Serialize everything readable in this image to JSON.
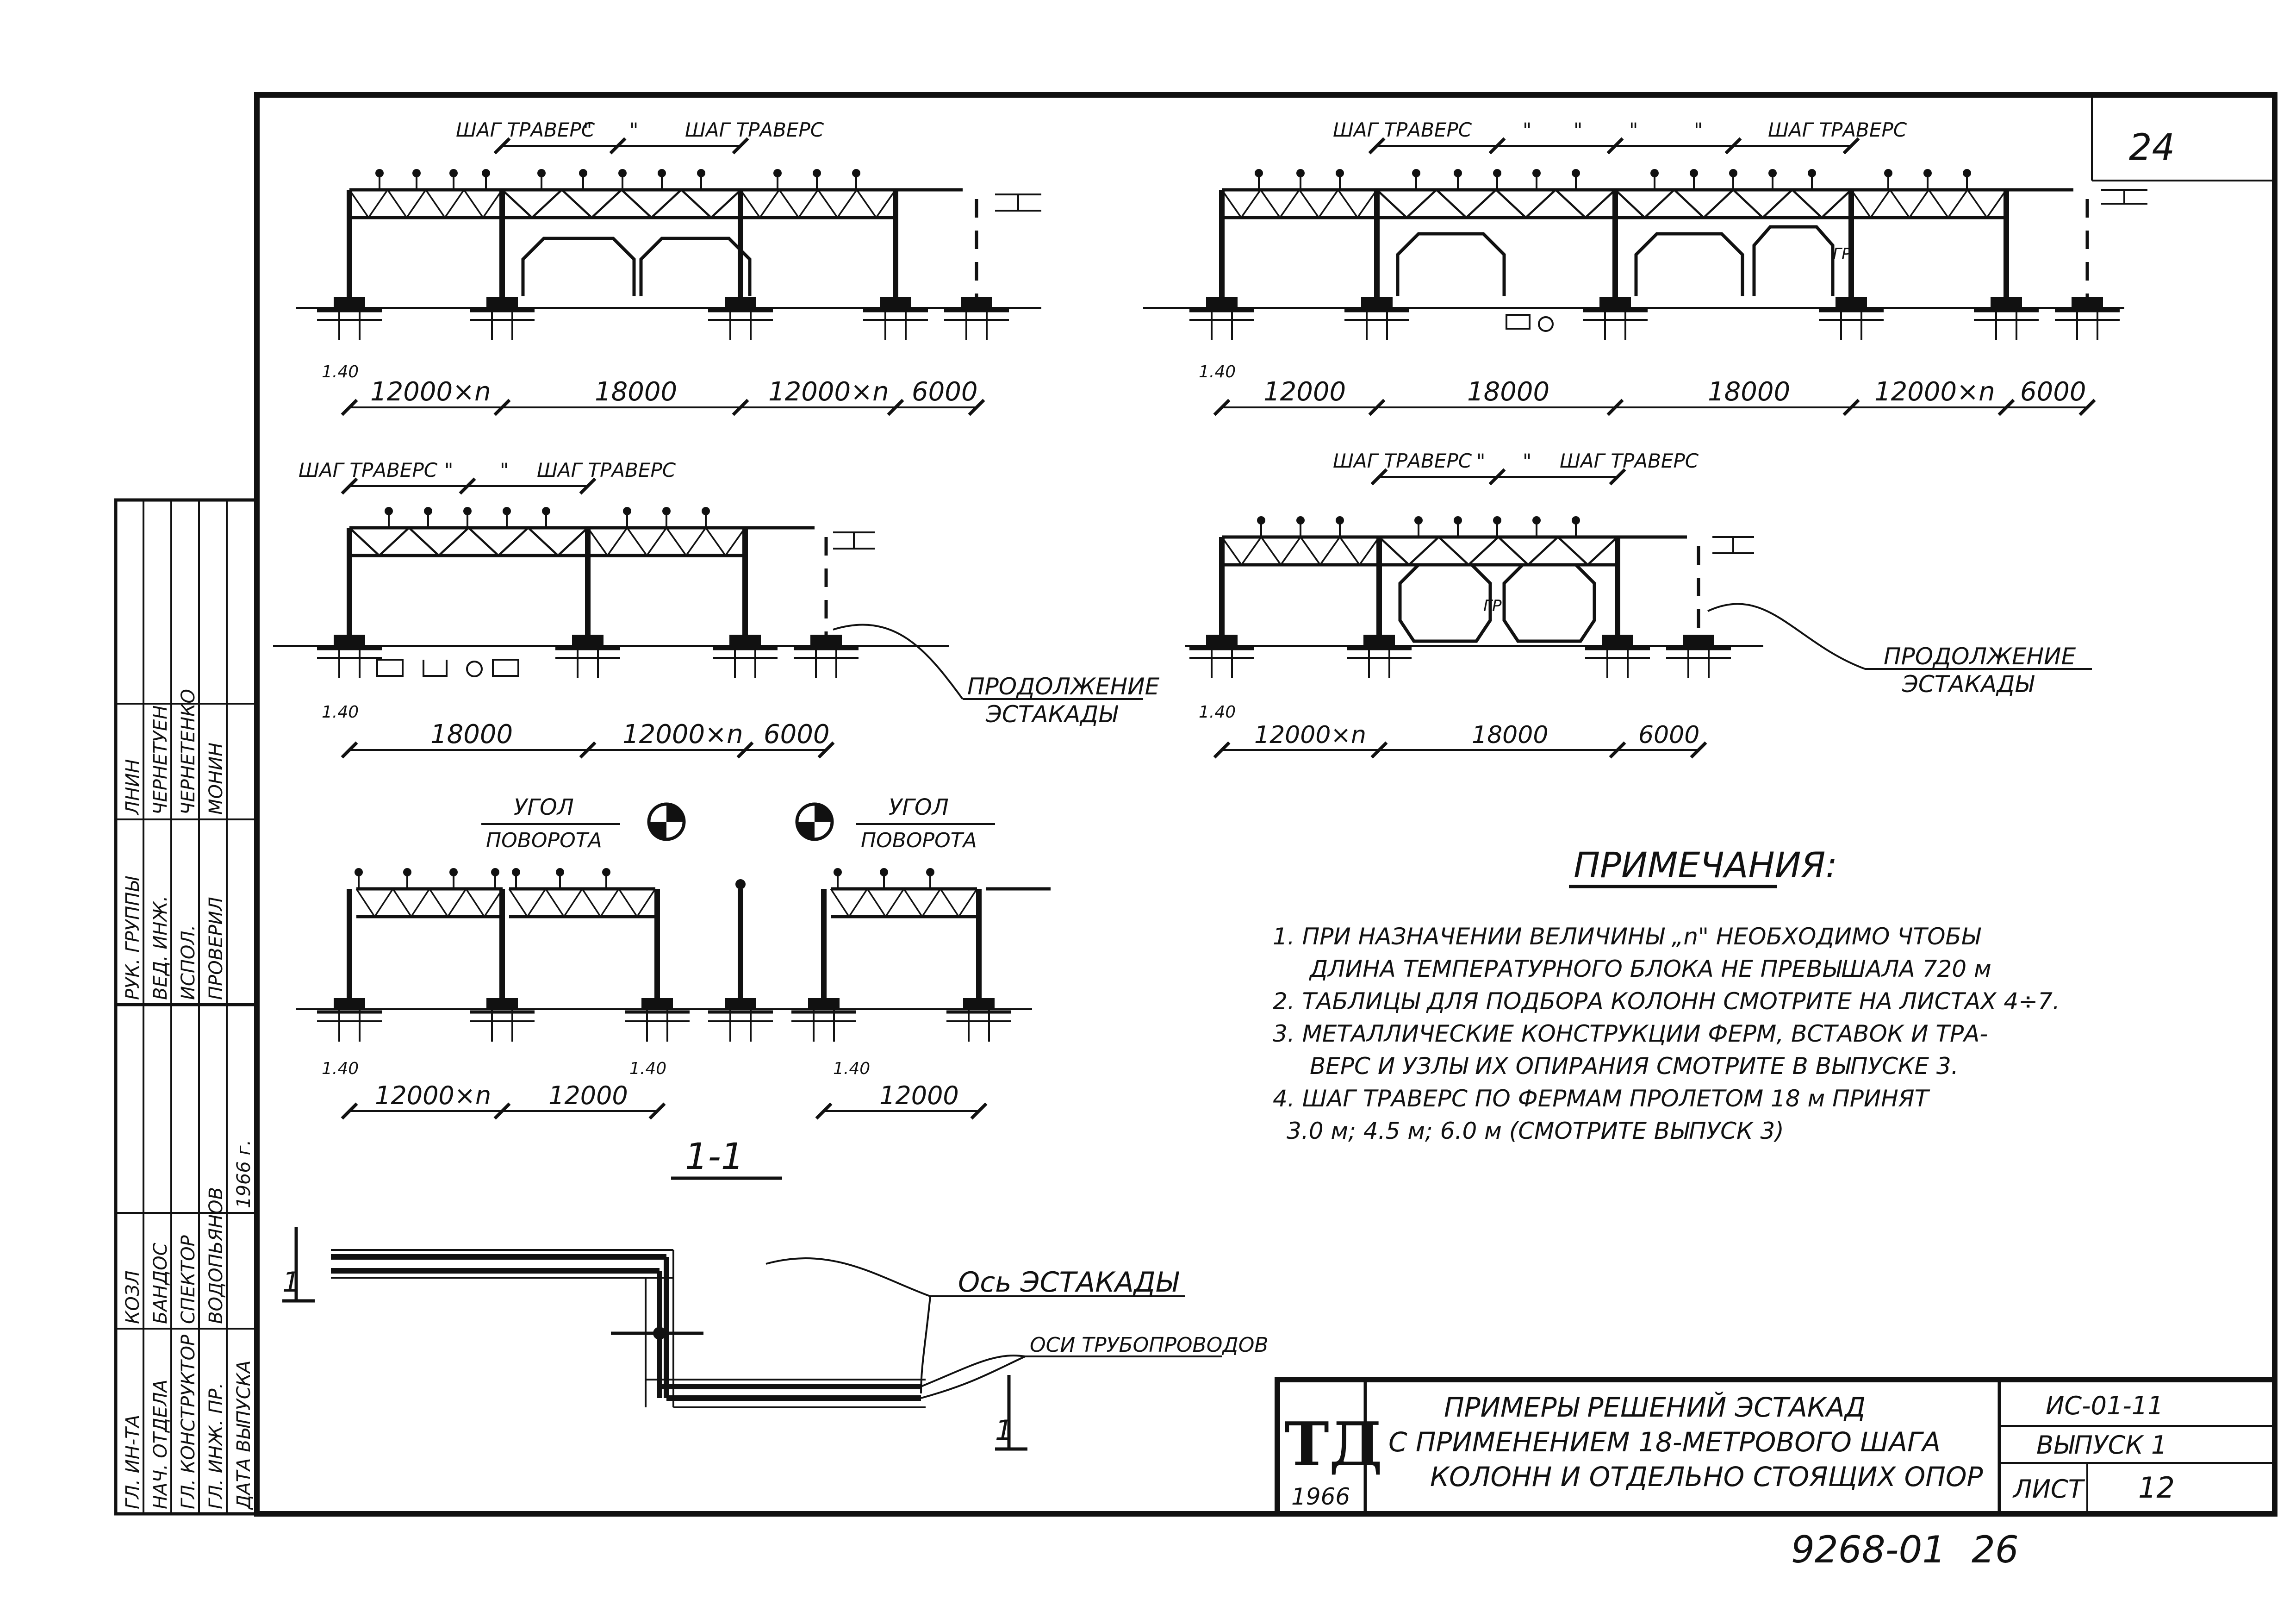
{
  "sheet_number": "24",
  "labels": {
    "shag_travers": "ШАГ ТРАВЕРС",
    "ditto": "\"",
    "gr": "ГР",
    "prodolzhenie": "ПРОДОЛЖЕНИЕ",
    "estakady": "ЭСТАКАДЫ",
    "ugol": "УГОЛ",
    "povorota": "ПОВОРОТА",
    "mark": "1.40",
    "section": "1-1",
    "section_mark": "1",
    "os_estakady": "Ось ЭСТАКАДЫ",
    "osi_truboprovodov": "ОСИ ТРУБОПРОВОДОВ"
  },
  "dims": {
    "d1": [
      "12000×n",
      "18000",
      "12000×n",
      "6000"
    ],
    "d2": [
      "12000",
      "18000",
      "18000",
      "12000×n",
      "6000"
    ],
    "d3": [
      "18000",
      "12000×n",
      "6000"
    ],
    "d4": [
      "12000×n",
      "18000",
      "6000"
    ],
    "d5": [
      "12000×n",
      "12000",
      "12000"
    ]
  },
  "notes": {
    "title": "ПРИМЕЧАНИЯ:",
    "lines": [
      "1. ПРИ НАЗНАЧЕНИИ ВЕЛИЧИНЫ „n\" НЕОБХОДИМО ЧТОБЫ",
      "ДЛИНА ТЕМПЕРАТУРНОГО БЛОКА НЕ ПРЕВЫШАЛА 720 м",
      "2. ТАБЛИЦЫ ДЛЯ ПОДБОРА КОЛОНН СМОТРИТЕ НА ЛИСТАХ 4÷7.",
      "3. МЕТАЛЛИЧЕСКИЕ КОНСТРУКЦИИ ФЕРМ, ВСТАВОК И ТРА-",
      "ВЕРС И УЗЛЫ ИХ ОПИРАНИЯ СМОТРИТЕ В ВЫПУСКЕ 3.",
      "4. ШАГ ТРАВЕРС ПО ФЕРМАМ ПРОЛЕТОМ 18 м ПРИНЯТ",
      "3.0 м; 4.5 м; 6.0 м (СМОТРИТЕ ВЫПУСК 3)"
    ]
  },
  "title_block": {
    "logo": "ТД",
    "logo_year": "1966",
    "title_lines": [
      "ПРИМЕРЫ РЕШЕНИЙ ЭСТАКАД",
      "С ПРИМЕНЕНИЕМ 18-МЕТРОВОГО ШАГА",
      "КОЛОНН И ОТДЕЛЬНО СТОЯЩИХ ОПОР"
    ],
    "code": "ИС-01-11",
    "issue": "ВЫПУСК 1",
    "sheet_label": "ЛИСТ",
    "sheet_no": "12"
  },
  "stamp": {
    "rows": [
      [
        "ГЛ. ИН-ТА",
        "КОЗЛ",
        "РУК. ГРУППЫ",
        "ЛНИН"
      ],
      [
        "НАЧ. ОТДЕЛА",
        "БАНДОС",
        "ВЕД. ИНЖ.",
        "ЧЕРНЕТУЕН"
      ],
      [
        "ГЛ. КОНСТРУКТОР",
        "СПЕКТОР",
        "ИСПОЛ.",
        "ЧЕРНЕТЕНКО"
      ],
      [
        "ГЛ. ИНЖ. ПР.",
        "ВОДОПЬЯНОВ",
        "ПРОВЕРИЛ",
        "МОНИН"
      ],
      [
        "ДАТА ВЫПУСКА",
        "1966 г.",
        "",
        ""
      ]
    ]
  },
  "archive_number": "9268-01",
  "page_number": "26"
}
